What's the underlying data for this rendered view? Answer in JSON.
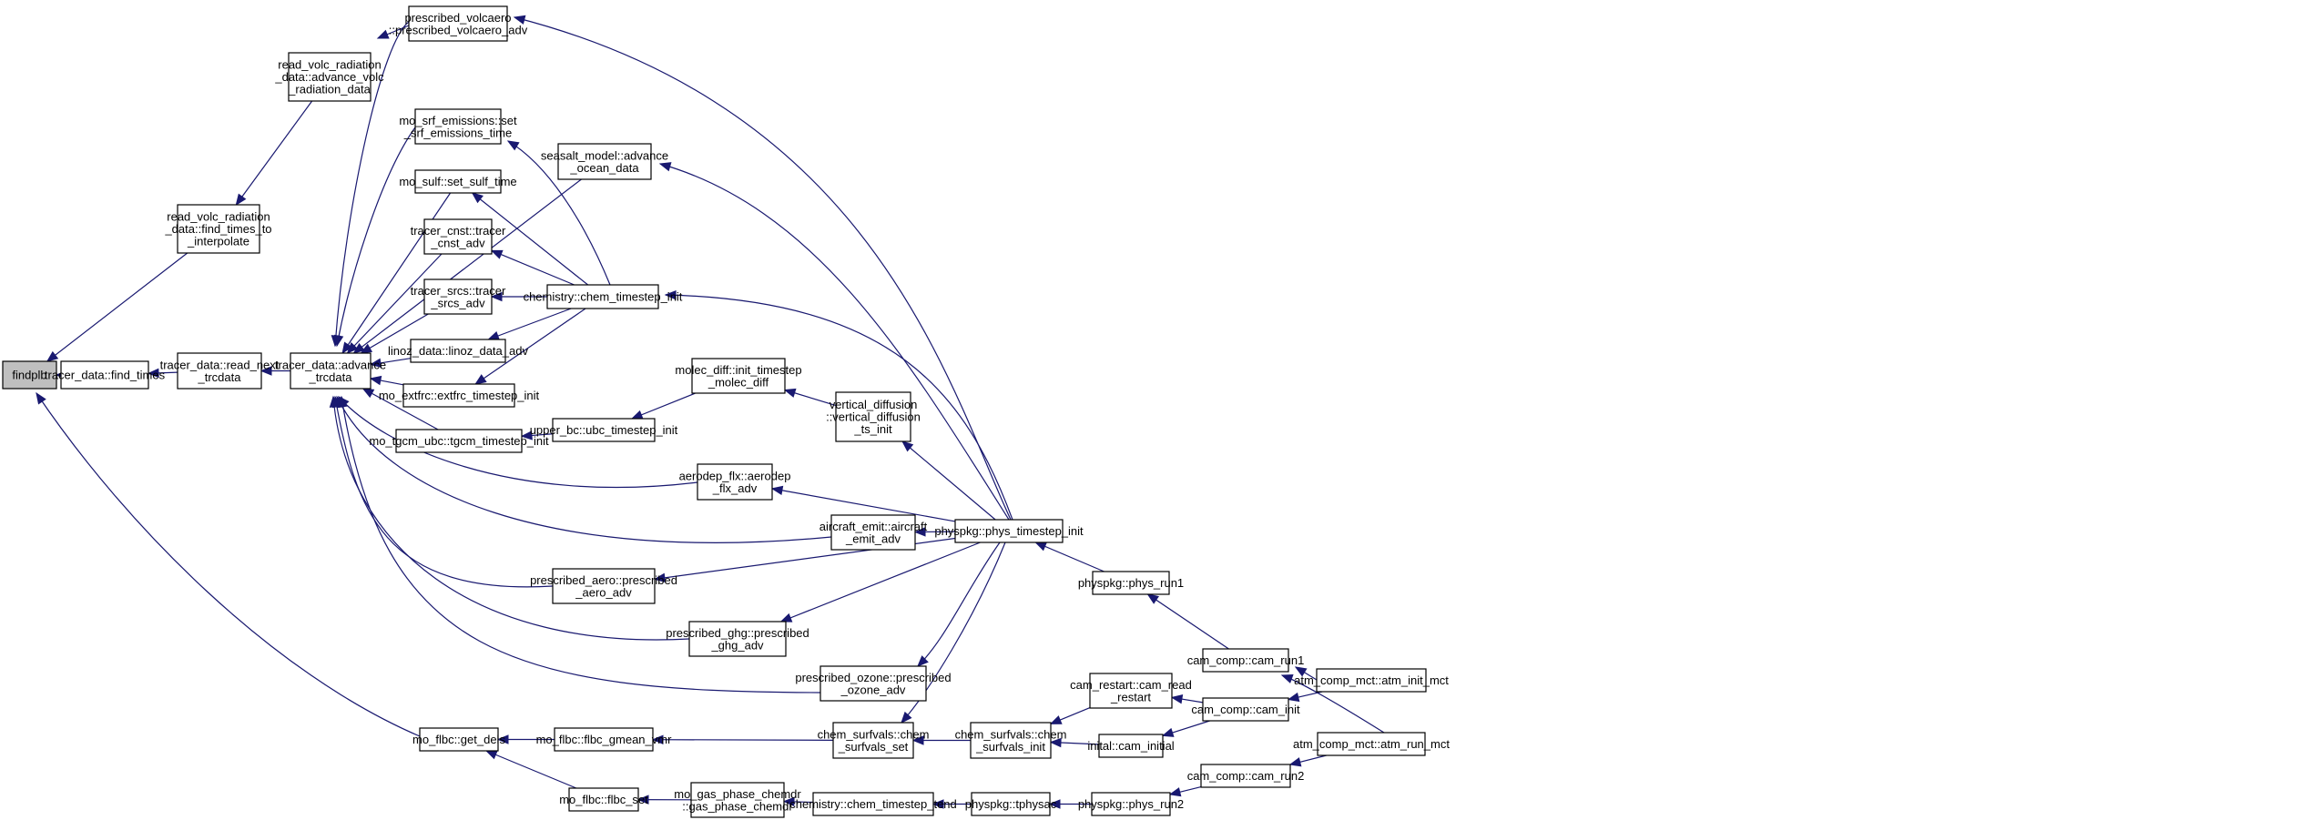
{
  "graph": {
    "type": "call-graph",
    "edge_color": "#191970",
    "root_fill": "#bfbfbf",
    "nodes": [
      {
        "id": "findplb",
        "lines": [
          "findplb"
        ],
        "root": true
      },
      {
        "id": "find_times",
        "lines": [
          "tracer_data::find_times"
        ]
      },
      {
        "id": "rvr_find",
        "lines": [
          "read_volc_radiation",
          "_data::find_times_to",
          "_interpolate"
        ]
      },
      {
        "id": "rvr_adv",
        "lines": [
          "read_volc_radiation",
          "_data::advance_volc",
          "_radiation_data"
        ]
      },
      {
        "id": "read_next",
        "lines": [
          "tracer_data::read_next",
          "_trcdata"
        ]
      },
      {
        "id": "advance",
        "lines": [
          "tracer_data::advance",
          "_trcdata"
        ]
      },
      {
        "id": "get_dels",
        "lines": [
          "mo_flbc::get_dels"
        ]
      },
      {
        "id": "presc_volc",
        "lines": [
          "prescribed_volcaero",
          "::prescribed_volcaero_adv"
        ]
      },
      {
        "id": "srf_em",
        "lines": [
          "mo_srf_emissions::set",
          "_srf_emissions_time"
        ]
      },
      {
        "id": "sulf",
        "lines": [
          "mo_sulf::set_sulf_time"
        ]
      },
      {
        "id": "cnst",
        "lines": [
          "tracer_cnst::tracer",
          "_cnst_adv"
        ]
      },
      {
        "id": "srcs",
        "lines": [
          "tracer_srcs::tracer",
          "_srcs_adv"
        ]
      },
      {
        "id": "linoz",
        "lines": [
          "linoz_data::linoz_data_adv"
        ]
      },
      {
        "id": "extfrc",
        "lines": [
          "mo_extfrc::extfrc_timestep_init"
        ]
      },
      {
        "id": "tgcm",
        "lines": [
          "mo_tgcm_ubc::tgcm_timestep_init"
        ]
      },
      {
        "id": "seasalt",
        "lines": [
          "seasalt_model::advance",
          "_ocean_data"
        ]
      },
      {
        "id": "chem_ts",
        "lines": [
          "chemistry::chem_timestep_init"
        ]
      },
      {
        "id": "upper_bc",
        "lines": [
          "upper_bc::ubc_timestep_init"
        ]
      },
      {
        "id": "molec",
        "lines": [
          "molec_diff::init_timestep",
          "_molec_diff"
        ]
      },
      {
        "id": "vdiff",
        "lines": [
          "vertical_diffusion",
          "::vertical_diffusion",
          "_ts_init"
        ]
      },
      {
        "id": "aerodep",
        "lines": [
          "aerodep_flx::aerodep",
          "_flx_adv"
        ]
      },
      {
        "id": "aircraft",
        "lines": [
          "aircraft_emit::aircraft",
          "_emit_adv"
        ]
      },
      {
        "id": "presc_aero",
        "lines": [
          "prescribed_aero::prescribed",
          "_aero_adv"
        ]
      },
      {
        "id": "presc_ghg",
        "lines": [
          "prescribed_ghg::prescribed",
          "_ghg_adv"
        ]
      },
      {
        "id": "presc_ozone",
        "lines": [
          "prescribed_ozone::prescribed",
          "_ozone_adv"
        ]
      },
      {
        "id": "phys_ts",
        "lines": [
          "physpkg::phys_timestep_init"
        ]
      },
      {
        "id": "gmean",
        "lines": [
          "mo_flbc::flbc_gmean_vmr"
        ]
      },
      {
        "id": "flbc_set",
        "lines": [
          "mo_flbc::flbc_set"
        ]
      },
      {
        "id": "surfvals_set",
        "lines": [
          "chem_surfvals::chem",
          "_surfvals_set"
        ]
      },
      {
        "id": "surfvals_init",
        "lines": [
          "chem_surfvals::chem",
          "_surfvals_init"
        ]
      },
      {
        "id": "gas_phase",
        "lines": [
          "mo_gas_phase_chemdr",
          "::gas_phase_chemdr"
        ]
      },
      {
        "id": "chem_tend",
        "lines": [
          "chemistry::chem_timestep_tend"
        ]
      },
      {
        "id": "tphysac",
        "lines": [
          "physpkg::tphysac"
        ]
      },
      {
        "id": "phys_run1",
        "lines": [
          "physpkg::phys_run1"
        ]
      },
      {
        "id": "phys_run2",
        "lines": [
          "physpkg::phys_run2"
        ]
      },
      {
        "id": "cam_restart",
        "lines": [
          "cam_restart::cam_read",
          "_restart"
        ]
      },
      {
        "id": "cam_initial",
        "lines": [
          "inital::cam_initial"
        ]
      },
      {
        "id": "cam_run1",
        "lines": [
          "cam_comp::cam_run1"
        ]
      },
      {
        "id": "cam_init",
        "lines": [
          "cam_comp::cam_init"
        ]
      },
      {
        "id": "cam_run2",
        "lines": [
          "cam_comp::cam_run2"
        ]
      },
      {
        "id": "atm_init",
        "lines": [
          "atm_comp_mct::atm_init_mct"
        ]
      },
      {
        "id": "atm_run",
        "lines": [
          "atm_comp_mct::atm_run_mct"
        ]
      }
    ],
    "edges": [
      {
        "from": "find_times",
        "to": "findplb"
      },
      {
        "from": "rvr_find",
        "to": "findplb"
      },
      {
        "from": "get_dels",
        "to": "findplb"
      },
      {
        "from": "rvr_adv",
        "to": "rvr_find"
      },
      {
        "from": "presc_volc",
        "to": "rvr_adv"
      },
      {
        "from": "read_next",
        "to": "find_times"
      },
      {
        "from": "advance",
        "to": "read_next"
      },
      {
        "from": "presc_volc",
        "to": "advance"
      },
      {
        "from": "srf_em",
        "to": "advance"
      },
      {
        "from": "sulf",
        "to": "advance"
      },
      {
        "from": "cnst",
        "to": "advance"
      },
      {
        "from": "srcs",
        "to": "advance"
      },
      {
        "from": "linoz",
        "to": "advance"
      },
      {
        "from": "extfrc",
        "to": "advance"
      },
      {
        "from": "tgcm",
        "to": "advance"
      },
      {
        "from": "seasalt",
        "to": "advance"
      },
      {
        "from": "aerodep",
        "to": "advance"
      },
      {
        "from": "aircraft",
        "to": "advance"
      },
      {
        "from": "presc_aero",
        "to": "advance"
      },
      {
        "from": "presc_ghg",
        "to": "advance"
      },
      {
        "from": "presc_ozone",
        "to": "advance"
      },
      {
        "from": "chem_ts",
        "to": "srf_em"
      },
      {
        "from": "chem_ts",
        "to": "sulf"
      },
      {
        "from": "chem_ts",
        "to": "cnst"
      },
      {
        "from": "chem_ts",
        "to": "srcs"
      },
      {
        "from": "chem_ts",
        "to": "linoz"
      },
      {
        "from": "chem_ts",
        "to": "extfrc"
      },
      {
        "from": "upper_bc",
        "to": "tgcm"
      },
      {
        "from": "molec",
        "to": "upper_bc"
      },
      {
        "from": "vdiff",
        "to": "molec"
      },
      {
        "from": "phys_ts",
        "to": "presc_volc"
      },
      {
        "from": "phys_ts",
        "to": "seasalt"
      },
      {
        "from": "phys_ts",
        "to": "chem_ts"
      },
      {
        "from": "phys_ts",
        "to": "vdiff"
      },
      {
        "from": "phys_ts",
        "to": "aerodep"
      },
      {
        "from": "phys_ts",
        "to": "aircraft"
      },
      {
        "from": "phys_ts",
        "to": "presc_aero"
      },
      {
        "from": "phys_ts",
        "to": "presc_ghg"
      },
      {
        "from": "phys_ts",
        "to": "presc_ozone"
      },
      {
        "from": "phys_ts",
        "to": "surfvals_set"
      },
      {
        "from": "phys_run1",
        "to": "phys_ts"
      },
      {
        "from": "gmean",
        "to": "get_dels"
      },
      {
        "from": "flbc_set",
        "to": "get_dels"
      },
      {
        "from": "surfvals_set",
        "to": "gmean"
      },
      {
        "from": "surfvals_init",
        "to": "surfvals_set"
      },
      {
        "from": "gas_phase",
        "to": "flbc_set"
      },
      {
        "from": "chem_tend",
        "to": "gas_phase"
      },
      {
        "from": "tphysac",
        "to": "chem_tend"
      },
      {
        "from": "phys_run2",
        "to": "tphysac"
      },
      {
        "from": "cam_restart",
        "to": "surfvals_init"
      },
      {
        "from": "cam_initial",
        "to": "surfvals_init"
      },
      {
        "from": "cam_run1",
        "to": "phys_run1"
      },
      {
        "from": "cam_init",
        "to": "cam_restart"
      },
      {
        "from": "cam_init",
        "to": "cam_initial"
      },
      {
        "from": "cam_run2",
        "to": "phys_run2"
      },
      {
        "from": "atm_init",
        "to": "cam_run1"
      },
      {
        "from": "atm_init",
        "to": "cam_init"
      },
      {
        "from": "atm_run",
        "to": "cam_run1"
      },
      {
        "from": "atm_run",
        "to": "cam_run2"
      }
    ]
  }
}
